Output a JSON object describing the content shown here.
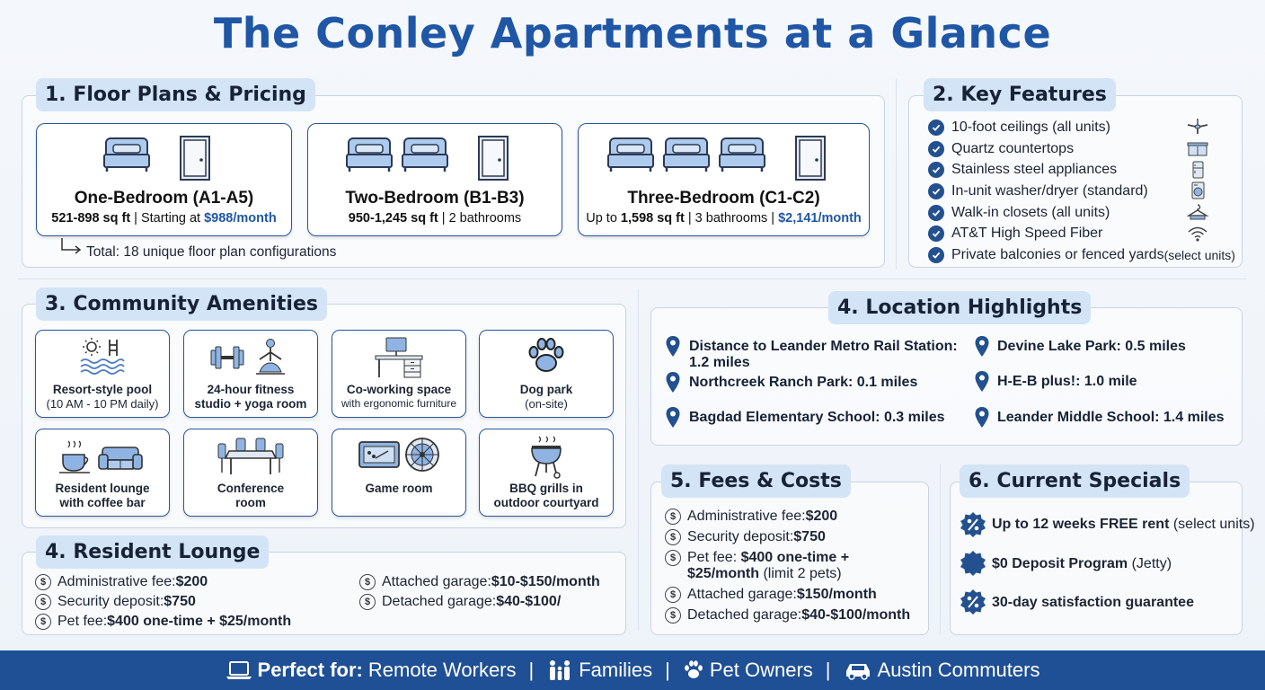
{
  "title": "The Conley Apartments at a Glance",
  "floor_plans": {
    "heading": "1. Floor Plans & Pricing",
    "cards": [
      {
        "name": "One-Bedroom (A1-A5)",
        "size": "521-898 sq ft",
        "sep": " | Starting at ",
        "price": "$988/month",
        "beds": 1
      },
      {
        "name": "Two-Bedroom (B1-B3)",
        "size": "950-1,245 sq ft",
        "sep": " | 2 bathrooms",
        "price": "",
        "beds": 2
      },
      {
        "name": "Three-Bedroom (C1-C2)",
        "pre": "Up to ",
        "size": "1,598 sq ft",
        "sep": " | 3 bathrooms | ",
        "price": "$2,141/month",
        "beds": 3
      }
    ],
    "total_note": "Total: 18 unique floor plan configurations"
  },
  "key_features": {
    "heading": "2. Key Features",
    "items": [
      {
        "label": "10-foot ceilings (all units)",
        "icon": "ceiling-fan-icon"
      },
      {
        "label": "Quartz countertops",
        "icon": "countertop-icon"
      },
      {
        "label": "Stainless steel appliances",
        "icon": "fridge-icon"
      },
      {
        "label": "In-unit washer/dryer (standard)",
        "icon": "washer-icon"
      },
      {
        "label": "Walk-in closets (all units)",
        "icon": "hanger-icon"
      },
      {
        "label": "AT&T High Speed Fiber",
        "icon": "wifi-icon"
      },
      {
        "label": "Private balconies or fenced yards",
        "label_small": " (select units)",
        "icon": ""
      }
    ]
  },
  "amenities": {
    "heading": "3. Community Amenities",
    "items": [
      {
        "t1": "Resort-style pool",
        "t2": "(10 AM - 10 PM daily)",
        "icon": "pool-icon"
      },
      {
        "t1": "24-hour fitness",
        "t2b": "studio + yoga room",
        "icon": "fitness-icon"
      },
      {
        "t1": "Co-working space",
        "t2": "with ergonomic furniture",
        "icon": "desk-icon"
      },
      {
        "t1": "Dog park",
        "t2": "(on-site)",
        "icon": "paw-icon"
      },
      {
        "t1": "Resident lounge",
        "t2b": "with coffee bar",
        "icon": "lounge-icon"
      },
      {
        "t1": "Conference",
        "t2b": "room",
        "icon": "conference-icon"
      },
      {
        "t1": "Game room",
        "t2": "",
        "icon": "game-icon"
      },
      {
        "t1": "BBQ grills in",
        "t2b": "outdoor courtyard",
        "icon": "grill-icon"
      }
    ]
  },
  "location": {
    "heading": "4. Location Highlights",
    "items": [
      {
        "line1": "Distance to Leander Metro Rail Station:",
        "line2": "1.2 miles"
      },
      {
        "line1": "Northcreek Ranch Park: 0.1 miles",
        "line2": ""
      },
      {
        "line1": "Bagdad Elementary School: 0.3 miles",
        "line2": ""
      },
      {
        "line1": "Devine Lake Park: 0.5 miles",
        "line2": ""
      },
      {
        "line1": "H-E-B plus!: 1.0 mile",
        "line2": ""
      },
      {
        "line1": "Leander Middle School: 1.4 miles",
        "line2": ""
      }
    ]
  },
  "resident_lounge": {
    "heading": "4. Resident Lounge",
    "left": [
      {
        "label": "Administrative fee: ",
        "value": "$200"
      },
      {
        "label": "Security deposit: ",
        "value": "$750"
      },
      {
        "label": "Pet fee: ",
        "value": "$400 one-time + $25/month"
      }
    ],
    "right": [
      {
        "label": "Attached garage: ",
        "value": "$10-$150/month"
      },
      {
        "label": "Detached garage: ",
        "value": "$40-$100/"
      }
    ]
  },
  "fees": {
    "heading": "5. Fees & Costs",
    "items": [
      {
        "label": "Administrative fee: ",
        "value": "$200",
        "extra": ""
      },
      {
        "label": "Security deposit: ",
        "value": "$750",
        "extra": ""
      },
      {
        "label": "Pet fee: ",
        "value": "$400 one-time +",
        "value2": "$25/month",
        "extra": " (limit 2 pets)"
      },
      {
        "label": "Attached garage: ",
        "value": "$150/month",
        "extra": ""
      },
      {
        "label": "Detached garage: ",
        "value": "$40-$100/month",
        "extra": ""
      }
    ]
  },
  "specials": {
    "heading": "6. Current Specials",
    "items": [
      {
        "bold": "Up to 12 weeks FREE rent",
        "rest": " (select units)",
        "icon": "percent-badge-icon"
      },
      {
        "bold": "$0 Deposit Program",
        "rest": " (Jetty)",
        "icon": "star-badge-icon"
      },
      {
        "bold": "30-day satisfaction guarantee",
        "rest": "",
        "icon": "percent-badge-icon"
      }
    ]
  },
  "footer": {
    "lead": "Perfect for:",
    "items": [
      "Remote Workers",
      "Families",
      "Pet Owners",
      "Austin Commuters"
    ],
    "sep": "|"
  },
  "colors": {
    "accent": "#1f56a6",
    "footer": "#1f4f94",
    "header_bg": "#d3e4f7"
  }
}
